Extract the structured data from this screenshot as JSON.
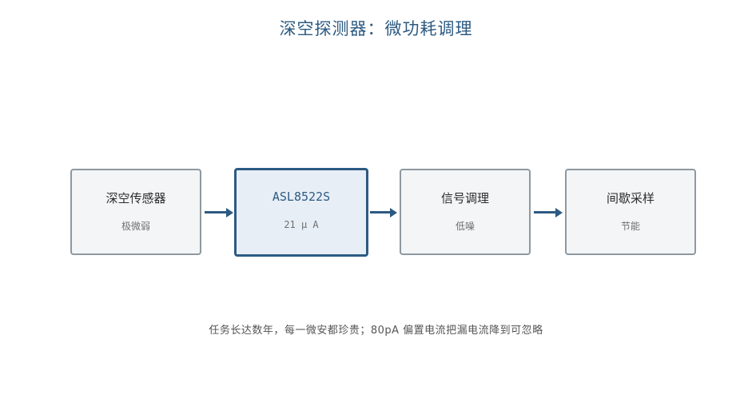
{
  "title": "深空探测器：微功耗调理",
  "nodes": [
    {
      "name": "深空传感器",
      "sub": "极微弱"
    },
    {
      "name": "ASL8522S",
      "sub": "21 μ A"
    },
    {
      "name": "信号调理",
      "sub": "低噪"
    },
    {
      "name": "间歇采样",
      "sub": "节能"
    }
  ],
  "note": "任务长达数年，每一微安都珍贵；80pA 偏置电流把漏电流降到可忽略",
  "colors": {
    "accent": "#2c5a82",
    "box_border": "#8e989f",
    "box_fill": "#f3f5f6",
    "highlight_fill": "#e8eef6"
  }
}
